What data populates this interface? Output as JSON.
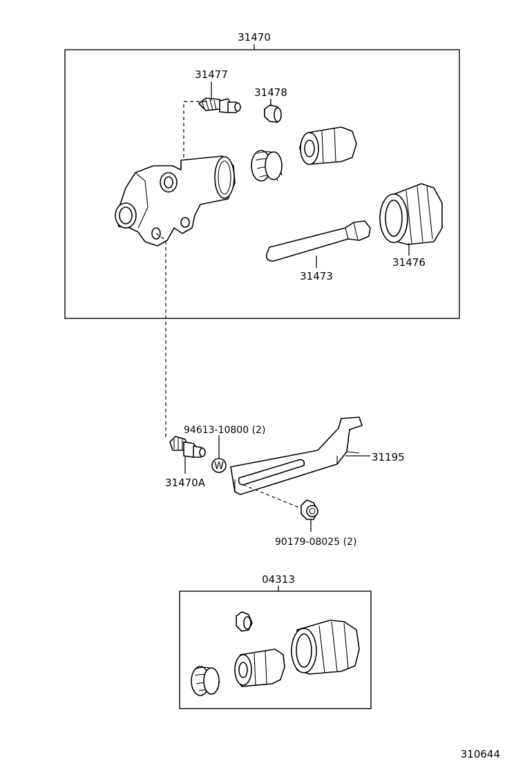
{
  "labels": {
    "assembly": "31470",
    "bleeder_plug": "31477",
    "bleeder_cap": "31478",
    "push_rod": "31473",
    "boot": "31476",
    "clip": "94613-10800 (2)",
    "tube_union": "31470A",
    "bracket": "31195",
    "nut": "90179-08025 (2)",
    "repair_kit": "04313",
    "drawing_number": "310644"
  },
  "symbols": {
    "washer_mark": "W"
  }
}
